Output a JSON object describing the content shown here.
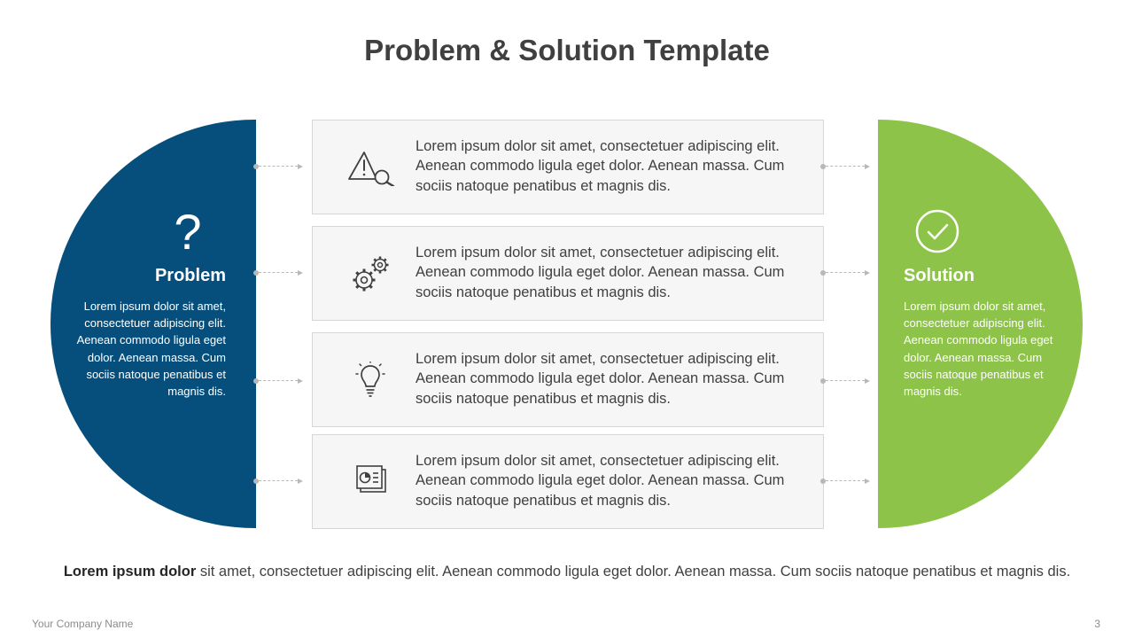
{
  "slide": {
    "title": "Problem & Solution Template",
    "company": "Your Company  Name",
    "page_number": "3"
  },
  "problem": {
    "heading": "Problem",
    "body": "Lorem ipsum dolor sit amet, consectetuer adipiscing elit. Aenean commodo  ligula eget dolor.  Aenean massa. Cum sociis natoque penatibus et magnis dis.",
    "symbol": "?",
    "color": "#064f7d"
  },
  "solution": {
    "heading": "Solution",
    "body": "Lorem ipsum dolor sit amet, consectetuer adipiscing elit. Aenean commodo  ligula eget dolor.  Aenean massa. Cum sociis natoque penatibus et magnis dis.",
    "icon": "check-circle-icon",
    "color": "#8cc348"
  },
  "cards": [
    {
      "icon": "warning-search-icon",
      "text": "Lorem ipsum dolor sit amet, consectetuer adipiscing elit. Aenean commodo ligula eget dolor. Aenean massa. Cum sociis natoque penatibus et magnis dis."
    },
    {
      "icon": "gears-icon",
      "text": "Lorem ipsum dolor sit amet, consectetuer adipiscing elit. Aenean commodo ligula eget dolor. Aenean massa. Cum sociis natoque penatibus et magnis dis."
    },
    {
      "icon": "lightbulb-icon",
      "text": "Lorem ipsum dolor sit amet, consectetuer adipiscing elit. Aenean commodo ligula eget dolor. Aenean massa. Cum sociis natoque penatibus et magnis dis."
    },
    {
      "icon": "report-chart-icon",
      "text": "Lorem ipsum dolor sit amet, consectetuer adipiscing elit. Aenean commodo ligula eget dolor. Aenean massa. Cum sociis natoque penatibus et magnis dis."
    }
  ],
  "footer": {
    "bold": "Lorem ipsum dolor",
    "text": " sit amet, consectetuer adipiscing elit.  Aenean commodo ligula eget dolor. Aenean massa. Cum sociis natoque penatibus et magnis dis."
  },
  "colors": {
    "text": "#404040",
    "card_background": "#f6f6f6",
    "card_border": "#d6d6d6",
    "connector": "#b8b8b8"
  }
}
